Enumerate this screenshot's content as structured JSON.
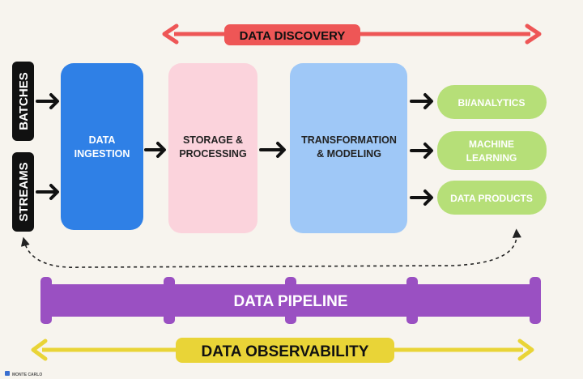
{
  "colors": {
    "background": "#f7f4ee",
    "discovery_red": "#ee5656",
    "ingestion_blue": "#2f80e6",
    "storage_pink": "#fbd3dc",
    "transformation_blue": "#9fc8f7",
    "output_green": "#b6df78",
    "pipeline_purple": "#9a50c2",
    "observability_yellow": "#e9d437",
    "black": "#111111"
  },
  "discovery": {
    "label": "DATA DISCOVERY"
  },
  "sources": [
    {
      "label": "BATCHES"
    },
    {
      "label": "STREAMS"
    }
  ],
  "stages": {
    "ingestion": {
      "line1": "DATA",
      "line2": "INGESTION"
    },
    "storage": {
      "line1": "STORAGE &",
      "line2": "PROCESSING"
    },
    "transformation": {
      "line1": "TRANSFORMATION",
      "line2": "& MODELING"
    }
  },
  "outputs": [
    {
      "line1": "BI/ANALYTICS",
      "line2": ""
    },
    {
      "line1": "MACHINE",
      "line2": "LEARNING"
    },
    {
      "line1": "DATA PRODUCTS",
      "line2": ""
    }
  ],
  "pipeline": {
    "label": "DATA PIPELINE"
  },
  "observability": {
    "label": "DATA OBSERVABILITY"
  },
  "footer": {
    "brand": "MONTE CARLO"
  }
}
